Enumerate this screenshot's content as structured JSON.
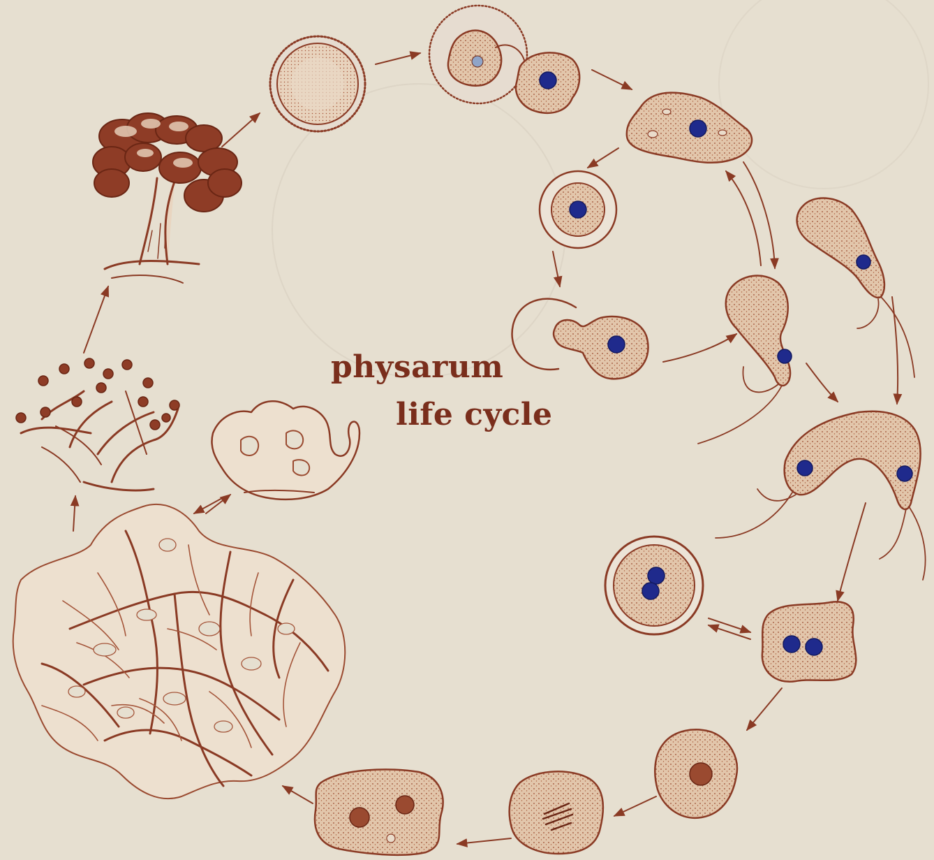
{
  "title": {
    "line1": "physarum",
    "line2": "life cycle"
  },
  "colors": {
    "paper": "#e6dfd0",
    "ink": "#8a3a24",
    "cell_fill": "#e4cbb2",
    "nucleus": "#1f2a8c",
    "title": "#7a2e1c"
  },
  "stages": [
    "sporangium",
    "spore",
    "germinating-spore",
    "myxamoeba",
    "microcyst",
    "excysting-myxamoeba",
    "swarm-cell",
    "fusing-swarm-cells",
    "zygote",
    "binucleate-cyst",
    "zygote-nucleus",
    "mitosis",
    "multinucleate-cell",
    "plasmodium",
    "sclerotium",
    "sporulating-plasmodium"
  ]
}
